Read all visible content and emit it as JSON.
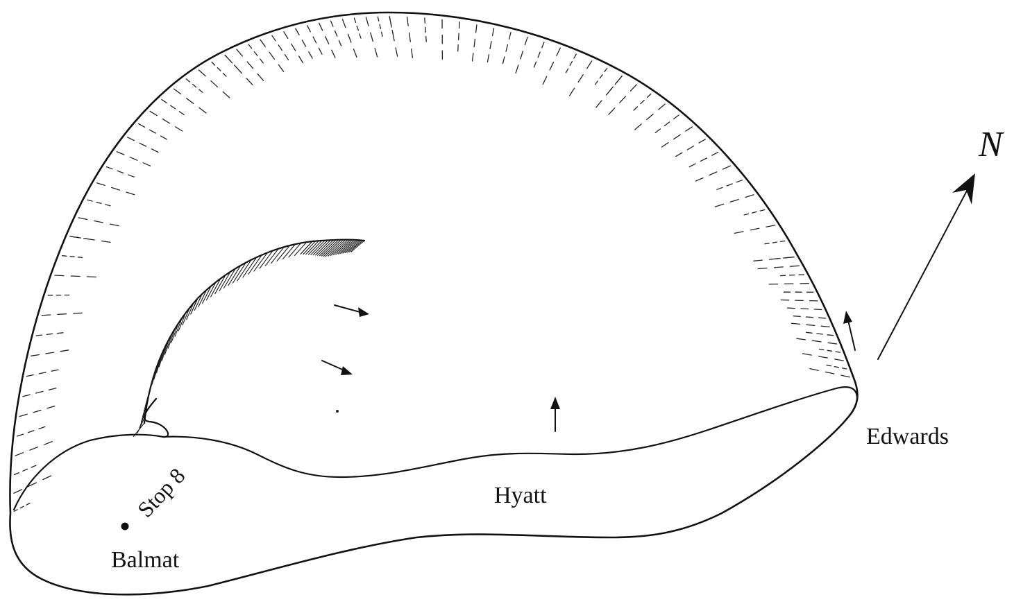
{
  "labels": {
    "north": "N",
    "edwards": "Edwards",
    "hyatt": "Hyatt",
    "balmat": "Balmat",
    "stop": "Stop 8"
  },
  "colors": {
    "ink": "#111111",
    "paper": "#ffffff"
  }
}
